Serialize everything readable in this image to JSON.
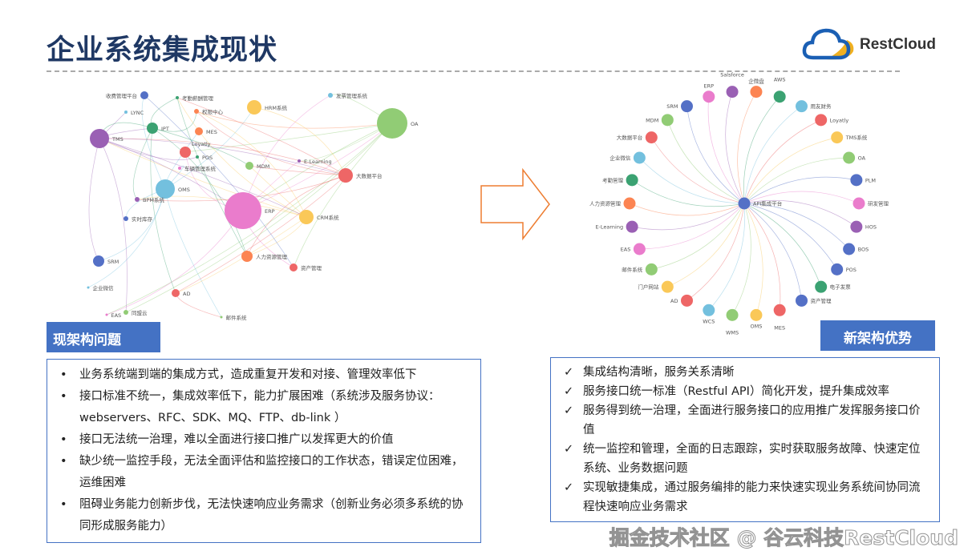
{
  "title": "企业系统集成现状",
  "logo": {
    "text": "RestCloud",
    "colors": {
      "cloud": "#1a5fb4",
      "accent": "#f0b020"
    }
  },
  "left_graph": {
    "nodes": [
      {
        "name": "收费管理平台",
        "color": "#5470c6"
      },
      {
        "name": "考勤薪酬管理",
        "color": "#3ba272"
      },
      {
        "name": "发票管理系统",
        "color": "#73c0de"
      },
      {
        "name": "LYNC",
        "color": "#73c0de"
      },
      {
        "name": "HRM系统",
        "color": "#fac858"
      },
      {
        "name": "权限中心",
        "color": "#fc8452"
      },
      {
        "name": "OA",
        "color": "#91cc75"
      },
      {
        "name": "IPT",
        "color": "#3ba272"
      },
      {
        "name": "MES",
        "color": "#fc8452"
      },
      {
        "name": "TMS",
        "color": "#9a60b4"
      },
      {
        "name": "Loyatly",
        "color": "#ee6666"
      },
      {
        "name": "POS",
        "color": "#3ba272"
      },
      {
        "name": "车辆管理系统",
        "color": "#ea7ccc"
      },
      {
        "name": "MDM",
        "color": "#91cc75"
      },
      {
        "name": "E-Learning",
        "color": "#9a60b4"
      },
      {
        "name": "大数据平台",
        "color": "#ee6666"
      },
      {
        "name": "OMS",
        "color": "#73c0de"
      },
      {
        "name": "BPM系统",
        "color": "#9a60b4"
      },
      {
        "name": "ERP",
        "color": "#ea7ccc"
      },
      {
        "name": "CRM系统",
        "color": "#fac858"
      },
      {
        "name": "实时库存",
        "color": "#5470c6"
      },
      {
        "name": "人力资源管理",
        "color": "#fc8452"
      },
      {
        "name": "资产管理",
        "color": "#ee6666"
      },
      {
        "name": "SRM",
        "color": "#5470c6"
      },
      {
        "name": "企业微信",
        "color": "#73c0de"
      },
      {
        "name": "AD",
        "color": "#ee6666"
      },
      {
        "name": "EAS",
        "color": "#ea7ccc"
      },
      {
        "name": "同盟云",
        "color": "#91cc75"
      },
      {
        "name": "邮件系统",
        "color": "#91cc75"
      }
    ]
  },
  "right_graph": {
    "center": {
      "name": "API集成平台",
      "color": "#5470c6"
    },
    "nodes": [
      {
        "name": "企微盘",
        "color": "#fc8452"
      },
      {
        "name": "AWS",
        "color": "#3ba272"
      },
      {
        "name": "用友财务",
        "color": "#73c0de"
      },
      {
        "name": "Loyatly",
        "color": "#ee6666"
      },
      {
        "name": "TMS系统",
        "color": "#fac858"
      },
      {
        "name": "OA",
        "color": "#91cc75"
      },
      {
        "name": "PLM",
        "color": "#5470c6"
      },
      {
        "name": "研发管理",
        "color": "#ea7ccc"
      },
      {
        "name": "HOS",
        "color": "#9a60b4"
      },
      {
        "name": "BOS",
        "color": "#5470c6"
      },
      {
        "name": "POS",
        "color": "#5470c6"
      },
      {
        "name": "电子发票",
        "color": "#3ba272"
      },
      {
        "name": "资产管理",
        "color": "#5470c6"
      },
      {
        "name": "MES",
        "color": "#ee6666"
      },
      {
        "name": "OMS",
        "color": "#fac858"
      },
      {
        "name": "WMS",
        "color": "#91cc75"
      },
      {
        "name": "WCS",
        "color": "#73c0de"
      },
      {
        "name": "AD",
        "color": "#ee6666"
      },
      {
        "name": "门户网站",
        "color": "#fac858"
      },
      {
        "name": "邮件系统",
        "color": "#91cc75"
      },
      {
        "name": "EAS",
        "color": "#ea7ccc"
      },
      {
        "name": "E-Learning",
        "color": "#9a60b4"
      },
      {
        "name": "人力资源管理",
        "color": "#fc8452"
      },
      {
        "name": "考勤管理",
        "color": "#3ba272"
      },
      {
        "name": "企业微信",
        "color": "#73c0de"
      },
      {
        "name": "大数据平台",
        "color": "#ee6666"
      },
      {
        "name": "MDM",
        "color": "#91cc75"
      },
      {
        "name": "SRM",
        "color": "#5470c6"
      },
      {
        "name": "ERP",
        "color": "#ea7ccc"
      },
      {
        "name": "Salsforce",
        "color": "#9a60b4"
      }
    ]
  },
  "arrow_color": "#ed7d31",
  "problems": {
    "label": "现架构问题",
    "items": [
      "业务系统端到端的集成方式，造成重复开发和对接、管理效率低下",
      "接口标准不统一，集成效率低下，能力扩展困难（系统涉及服务协议：webservers、RFC、SDK、MQ、FTP、db-link ）",
      "接口无法统一治理，难以全面进行接口推广以发挥更大的价值",
      "缺少统一监控手段，无法全面评估和监控接口的工作状态，错误定位困难，运维困难",
      "阻碍业务能力创新步伐，无法快速响应业务需求（创新业务必须多系统的协同形成服务能力）"
    ],
    "bullet": "•"
  },
  "advantages": {
    "label": "新架构优势",
    "items": [
      "集成结构清晰，服务关系清晰",
      "服务接口统一标准（Restful API）简化开发，提升集成效率",
      "服务得到统一治理，全面进行服务接口的应用推广发挥服务接口价值",
      "统一监控和管理，全面的日志跟踪，实时获取服务故障、快速定位系统、业务数据问题",
      "实现敏捷集成，通过服务编排的能力来快速实现业务系统间协同流程快速响应业务需求"
    ],
    "bullet": "✓"
  },
  "watermark": "掘金技术社区 @ 谷云科技RestCloud"
}
